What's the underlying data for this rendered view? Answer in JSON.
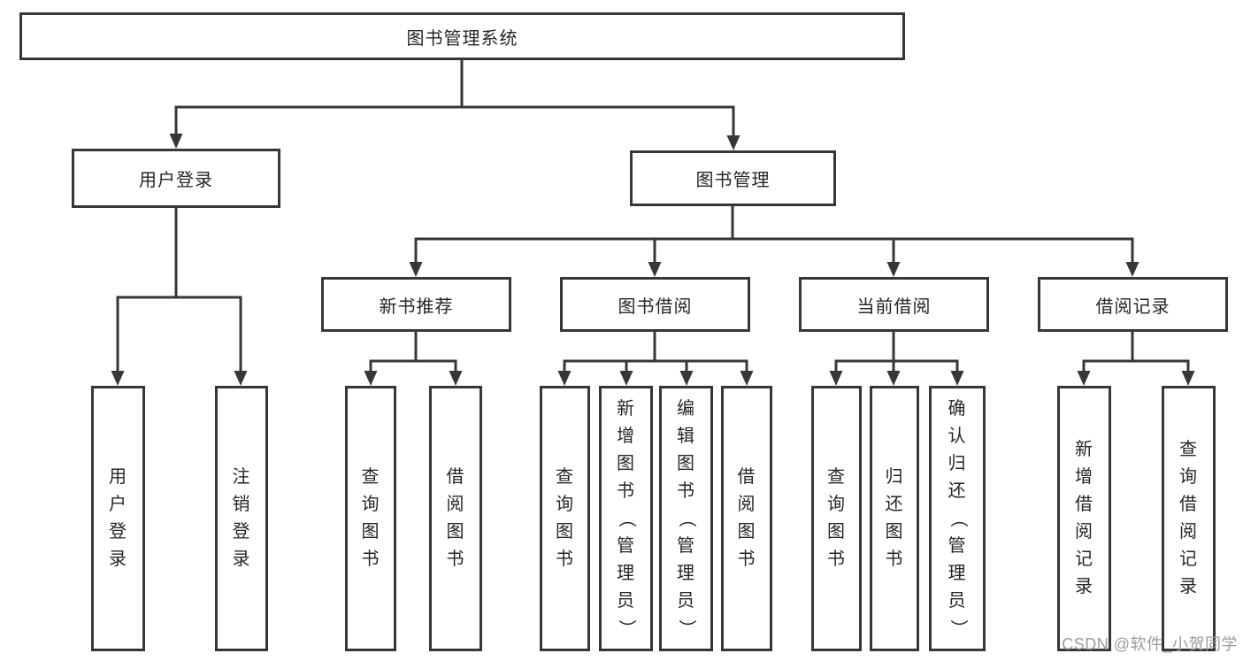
{
  "tree": {
    "label": "图书管理系统",
    "children": [
      {
        "label": "用户登录",
        "children": [
          {
            "label": "用户登录"
          },
          {
            "label": "注销登录"
          }
        ]
      },
      {
        "label": "图书管理",
        "children": [
          {
            "label": "新书推荐",
            "children": [
              {
                "label": "查询图书"
              },
              {
                "label": "借阅图书"
              }
            ]
          },
          {
            "label": "图书借阅",
            "children": [
              {
                "label": "查询图书"
              },
              {
                "label": "新增图书（管理员）"
              },
              {
                "label": "编辑图书（管理员）"
              },
              {
                "label": "借阅图书"
              }
            ]
          },
          {
            "label": "当前借阅",
            "children": [
              {
                "label": "查询图书"
              },
              {
                "label": "归还图书"
              },
              {
                "label": "确认归还（管理员）"
              }
            ]
          },
          {
            "label": "借阅记录",
            "children": [
              {
                "label": "新增借阅记录"
              },
              {
                "label": "查询借阅记录"
              }
            ]
          }
        ]
      }
    ]
  },
  "watermark": {
    "text": "CSDN @软件_小贺同学"
  },
  "colors": {
    "line": "#373737",
    "text": "#262626",
    "background": "#ffffff",
    "watermark": "#9b9b9b"
  }
}
